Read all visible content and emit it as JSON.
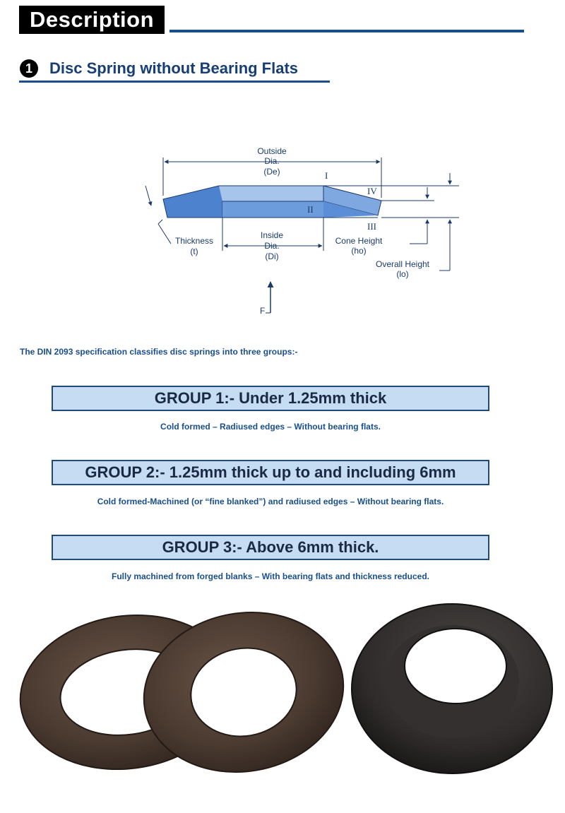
{
  "header": {
    "title": "Description"
  },
  "section": {
    "number": "1",
    "title": "Disc Spring without Bearing Flats"
  },
  "diagram": {
    "outside_dia": [
      "Outside",
      "Dia.",
      "(De)"
    ],
    "inside_dia": [
      "Inside",
      "Dia.",
      "(Di)"
    ],
    "thickness": [
      "Thickness",
      "(t)"
    ],
    "cone_height": [
      "Cone Height",
      "(ho)"
    ],
    "overall_height": [
      "Overall Height",
      "(lo)"
    ],
    "force": "F",
    "markers": {
      "i": "I",
      "ii": "II",
      "iii": "III",
      "iv": "IV"
    }
  },
  "intro": "The DIN 2093 specification classifies disc springs into three groups:-",
  "groups": [
    {
      "title": "GROUP 1:- Under 1.25mm thick",
      "desc": "Cold formed – Radiused edges – Without bearing flats."
    },
    {
      "title": "GROUP 2:- 1.25mm thick up to and including 6mm",
      "desc": "Cold formed-Machined (or “fine blanked”) and radiused edges – Without bearing flats."
    },
    {
      "title": "GROUP 3:- Above 6mm thick.",
      "desc": "Fully machined from forged blanks – With bearing flats and thickness reduced."
    }
  ],
  "colors": {
    "accent": "#1a4f8c",
    "group_fill": "#c5dcf2",
    "spring_fill": "#5c8fd6"
  }
}
